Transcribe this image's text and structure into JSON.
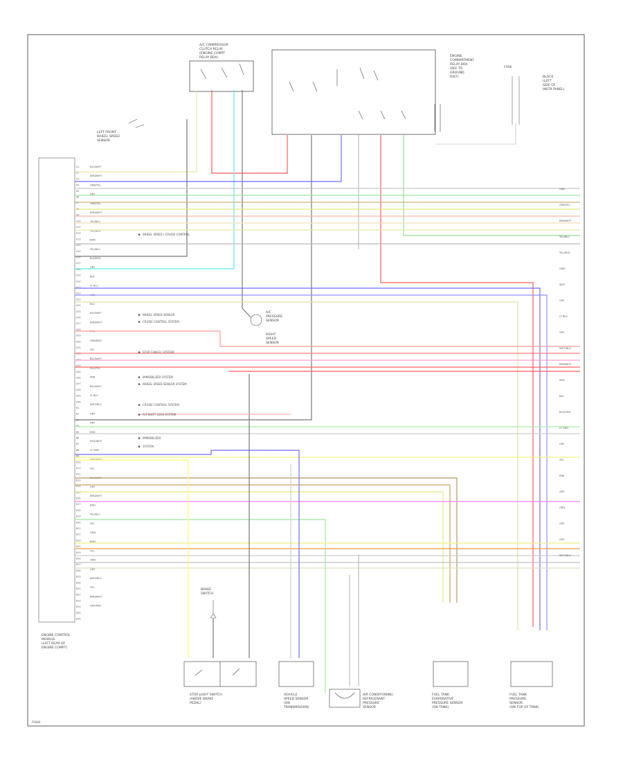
{
  "diagram": {
    "footer_code": "F0000",
    "ecm": {
      "label": [
        "ENGINE CONTROL",
        "MODULE",
        "(LEFT REAR OF",
        "ENGINE COMPT)"
      ]
    },
    "relay_box_main": {
      "label": [
        "ENGINE",
        "COMPARTMENT",
        "RELAY BOX",
        "(REF TO",
        "GROUND",
        "DIST)"
      ]
    },
    "relay_box_top": {
      "label": [
        "A/C COMPRESSOR",
        "CLUTCH RELAY",
        "(ENGINE COMPT",
        "RELAY BOX)"
      ]
    },
    "fuse_right": {
      "label": [
        "FUSE",
        "BLOCK",
        "(LEFT",
        "SIDE OF",
        "INSTR PANEL)"
      ]
    },
    "sensor_top_left": {
      "label": [
        "LEFT FRONT",
        "WHEEL SPEED",
        "SENSOR"
      ]
    },
    "sensor_mid": {
      "label_a": [
        "A/C",
        "PRESSURE",
        "SENSOR"
      ],
      "label_b": [
        "RIGHT",
        "SPEED",
        "SENSOR"
      ]
    },
    "bottom_components": [
      {
        "label": [
          "STOP LIGHT SWITCH",
          "(ABOVE BRAKE",
          "PEDAL)"
        ]
      },
      {
        "label": [
          "VEHICLE",
          "SPEED SENSOR",
          "(ON",
          "TRANSMISSION)"
        ]
      },
      {
        "label": [
          "AIR CONDITIONING",
          "REFRIGERANT",
          "PRESSURE",
          "SENSOR"
        ]
      },
      {
        "label": [
          "FUEL TANK",
          "EVAPORATIVE",
          "PRESSURE SENSOR",
          "(ON TANK)"
        ]
      },
      {
        "label": [
          "FUEL TANK",
          "PRESSURE",
          "SENSOR",
          "(ON TOP OF TANK)"
        ]
      }
    ],
    "brake_switch": {
      "label": [
        "BRAKE",
        "SWITCH"
      ]
    },
    "ecm_annotations": [
      "WHEEL SPEED / CRUISE CONTROL",
      "WHEEL SPEED SENSOR",
      "CRUISE CONTROL SYSTEM",
      "STOP CANCEL SYSTEM",
      "IMMOBILIZER SYSTEM",
      "WHEEL SPEED SENSOR SYSTEM",
      "CRUISE CONTROL SYSTEM",
      "A/T SHIFT LOCK SYSTEM",
      "IMMOBILIZER",
      "SYSTEM"
    ],
    "left_pins": [
      "A1",
      "A2",
      "A3",
      "A4",
      "A5",
      "A6",
      "A7",
      "A8",
      "A9",
      "A10",
      "A11",
      "A12",
      "A13",
      "A14",
      "A15",
      "A16",
      "A17",
      "A18",
      "A19",
      "A20",
      "A21",
      "A22",
      "A23",
      "A24",
      "A25",
      "A26",
      "A27",
      "A28",
      "A29",
      "A30",
      "A31",
      "A32",
      "A33",
      "A34",
      "A35",
      "A36",
      "A37",
      "A38",
      "A39",
      "A40",
      "B1",
      "B2",
      "B3",
      "B4",
      "B5",
      "B6",
      "B7",
      "B8",
      "B9",
      "B10",
      "B11",
      "B12",
      "B13",
      "B14",
      "B15",
      "B16",
      "B17",
      "B18",
      "B19",
      "B20",
      "B21",
      "B22",
      "B23",
      "B24",
      "B25",
      "B26",
      "B27",
      "B28",
      "B29",
      "B30",
      "B31",
      "B32",
      "B33",
      "B34",
      "B35",
      "B36"
    ],
    "right_wire_codes": [
      "GRN",
      "GRN/YEL",
      "BRN/WHT",
      "YEL/BLU",
      "YEL/RED",
      "GRN",
      "WHT",
      "GRY",
      "LT BLU",
      "GRY",
      "WHT/BLU",
      "BRN/WHT",
      "RED",
      "BLU",
      "BLK/GRN",
      "LT GRN",
      "GRY",
      "YEL",
      "PNK",
      "GRY",
      "ORN",
      "GRY",
      "GRY",
      "WHT/BLU"
    ],
    "left_wire_codes": [
      "BLU/WHT",
      "BRN/WHT",
      "GRN/YEL",
      "GRY",
      "GRN/YEL",
      "BRN/WHT",
      "YEL/BLU",
      "YEL/RED",
      "BRN",
      "YEL/BLU",
      "BLK/RED",
      "GRY",
      "BLK",
      "LT BLU",
      "GRY",
      "BLU",
      "BLU/WHT",
      "BRN/WHT",
      "PNK",
      "GRN/RED",
      "YEL",
      "BLU/WHT",
      "RED/YEL",
      "PNK",
      "BLU/WHT",
      "LT BLU",
      "WHT/BLU",
      "GRY",
      "GRY",
      "RED",
      "RED/WHT",
      "LT GRN",
      "GRN/RED",
      "YEL",
      "BLU/WHT",
      "GRY",
      "BRN/WHT",
      "BRN",
      "YEL/BLU",
      "YEL",
      "GRN",
      "BRN",
      "YEL",
      "ORN",
      "GRY",
      "WHT/BLU",
      "YEL",
      "BRN/WHT",
      "GRY/RED"
    ]
  }
}
